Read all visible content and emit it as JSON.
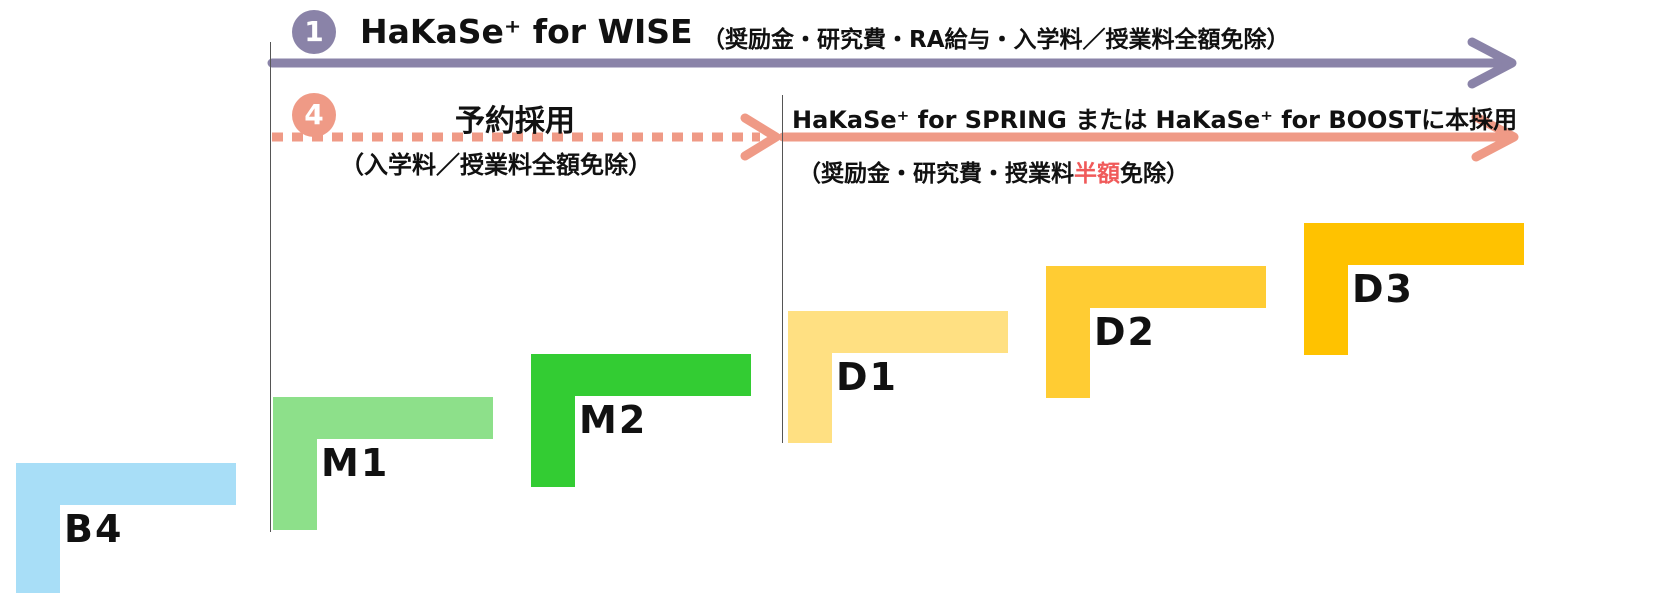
{
  "program_wise": {
    "number": "1",
    "title": "HaKaSe⁺ for WISE",
    "detail": "（奨励金・研究費・RA給与・入学料／授業料全額免除）",
    "color": "#8a83a8"
  },
  "program_reserve": {
    "number": "4",
    "title": "予約採用",
    "detail": "（入学料／授業料全額免除）",
    "color": "#ef9a86"
  },
  "program_main": {
    "title": "HaKaSe⁺ for SPRING または HaKaSe⁺ for BOOSTに本採用",
    "detail_prefix": "（奨励金・研究費・授業料",
    "detail_highlight": "半額",
    "detail_suffix": "免除）",
    "highlight_color": "#f05a5a"
  },
  "steps": [
    {
      "label": "B4",
      "color": "#a8def7"
    },
    {
      "label": "M1",
      "color": "#8de08a"
    },
    {
      "label": "M2",
      "color": "#33cc33"
    },
    {
      "label": "D1",
      "color": "#ffe082"
    },
    {
      "label": "D2",
      "color": "#ffcc33"
    },
    {
      "label": "D3",
      "color": "#ffc200"
    }
  ]
}
